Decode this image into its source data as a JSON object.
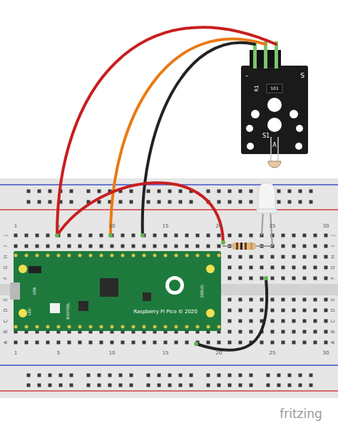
{
  "diagram": {
    "labels": [
      "1",
      "5",
      "10",
      "15",
      "20",
      "25",
      "30",
      "J",
      "I",
      "H",
      "G",
      "F",
      "E",
      "D",
      "C",
      "B",
      "A",
      "J",
      "I",
      "H",
      "G",
      "F",
      "E",
      "D",
      "C",
      "B",
      "A",
      "1",
      "5",
      "10",
      "15",
      "20",
      "25",
      "30",
      "-",
      "S",
      "R1",
      "101",
      "S1",
      "A",
      "USB",
      "LED",
      "BOOTSEL",
      "DEBUG",
      "Raspberry Pi Pico © 2020",
      "fritzing"
    ]
  }
}
